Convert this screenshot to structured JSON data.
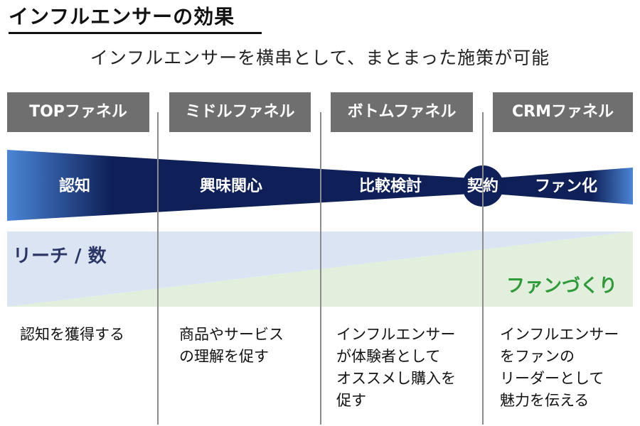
{
  "title": "インフルエンサーの効果",
  "subtitle": "インフルエンサーを横串として、まとまった施策が可能",
  "stages": [
    {
      "name": "TOPファネル",
      "description": "認知を獲得する"
    },
    {
      "name": "ミドルファネル",
      "description": "商品やサービス\nの理解を促す"
    },
    {
      "name": "ボトムファネル",
      "description": "インフルエンサー\nが体験者として\nオススメし購入を\n促す"
    },
    {
      "name": "CRMファネル",
      "description": "インフルエンサー\nをファンの\nリーダーとして\n魅力を伝える"
    }
  ],
  "funnel": {
    "phases": [
      "認知",
      "興味関心",
      "比較検討",
      "ファン化"
    ],
    "center_label": "契約",
    "color": "#0f1f57",
    "light_color": "#4a86d6"
  },
  "wedges": {
    "reach_label": "リーチ / 数",
    "reach_color": "#dbe4f3",
    "fan_label": "ファンづくり",
    "fan_color": "#e2efdc"
  }
}
